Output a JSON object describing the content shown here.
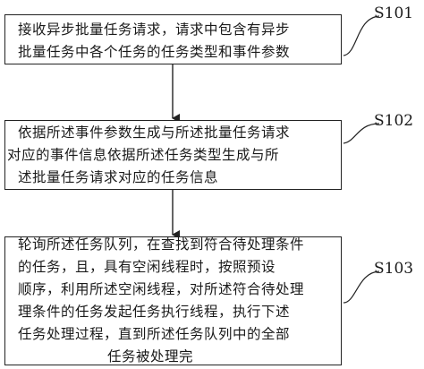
{
  "steps": [
    {
      "id": "S101",
      "lines": [
        "接收异步批量任务请求，请求中包含有异步",
        "批量任务中各个任务的任务类型和事件参数"
      ]
    },
    {
      "id": "S102",
      "lines": [
        "依据所述事件参数生成与所述批量任务请求",
        "对应的事件信息依据所述任务类型生成与所",
        "述批量任务请求对应的任务信息"
      ]
    },
    {
      "id": "S103",
      "lines": [
        "轮询所述任务队列，在查找到符合待处理条件",
        "的任务，且，具有空闲线程时，按照预设",
        "顺序，利用所述空闲线程，对所述符合待处理",
        "理条件的任务发起任务执行线程，执行下述",
        "任务处理过程，直到所述任务队列中的全部",
        "任务被处理完"
      ]
    }
  ]
}
